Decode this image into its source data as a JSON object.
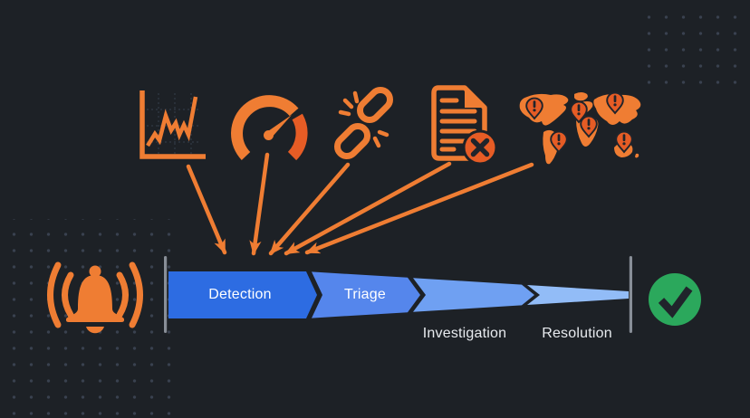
{
  "diagram": {
    "name": "incident-response-timeline",
    "alert_source_icons": [
      {
        "name": "line-chart-icon"
      },
      {
        "name": "gauge-icon"
      },
      {
        "name": "broken-link-icon"
      },
      {
        "name": "document-error-icon"
      },
      {
        "name": "world-map-alerts-icon",
        "alert_pin_count": 6
      }
    ],
    "start_icon": "alarm-bell-icon",
    "end_icon": "check-circle-icon",
    "arrow_count": 5
  },
  "timeline": {
    "stages": [
      {
        "label": "Detection",
        "color": "#2D6CE2",
        "label_position": "inside"
      },
      {
        "label": "Triage",
        "color": "#5586EC",
        "label_position": "inside"
      },
      {
        "label": "Investigation",
        "color": "#6FA0F2",
        "label_position": "below"
      },
      {
        "label": "Resolution",
        "color": "#92BCF7",
        "label_position": "below"
      }
    ]
  },
  "colors": {
    "bg": "#1D2126",
    "accent-orange": "#EF7D33",
    "accent-deep-orange": "#E65C25",
    "dark-glyph": "#20242B",
    "endcap-gray": "#888E97",
    "success-green": "#2BA85C",
    "label-light": "#E8EBEF",
    "label-white": "#FFFFFF",
    "dot-grid": "#39414F",
    "chart-grid": "#3C4656"
  }
}
